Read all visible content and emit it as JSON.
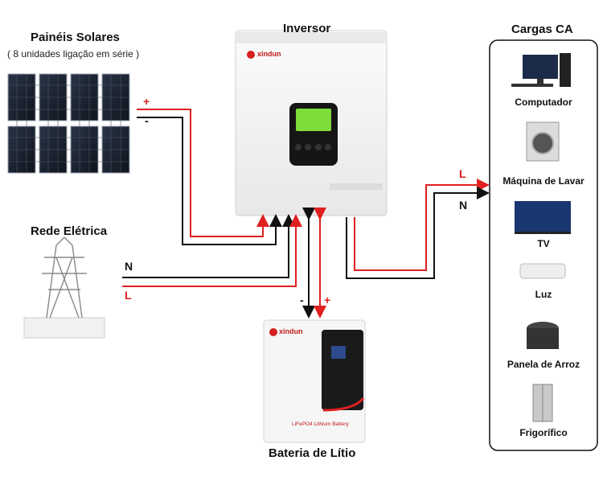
{
  "solar": {
    "title": "Painéis Solares",
    "subtitle": "( 8 unidades ligação em série )",
    "plus": "+",
    "minus": "-"
  },
  "inverter": {
    "title": "Inversor",
    "brand": "xindun"
  },
  "grid": {
    "title": "Rede Elétrica",
    "n": "N",
    "l": "L"
  },
  "battery": {
    "title": "Bateria de Lítio",
    "brand": "xindun",
    "product": "LiFePO4 Lithium Battery",
    "minus": "-",
    "plus": "+"
  },
  "loads": {
    "title": "Cargas CA",
    "l": "L",
    "n": "N",
    "items": [
      "Computador",
      "Máquina de Lavar",
      "TV",
      "Luz",
      "Panela de Arroz",
      "Frigorífico"
    ]
  },
  "colors": {
    "red_wire": "#e02020",
    "black_wire": "#111111",
    "panel": "#1e2430",
    "inverter_body": "#f4f4f4"
  }
}
